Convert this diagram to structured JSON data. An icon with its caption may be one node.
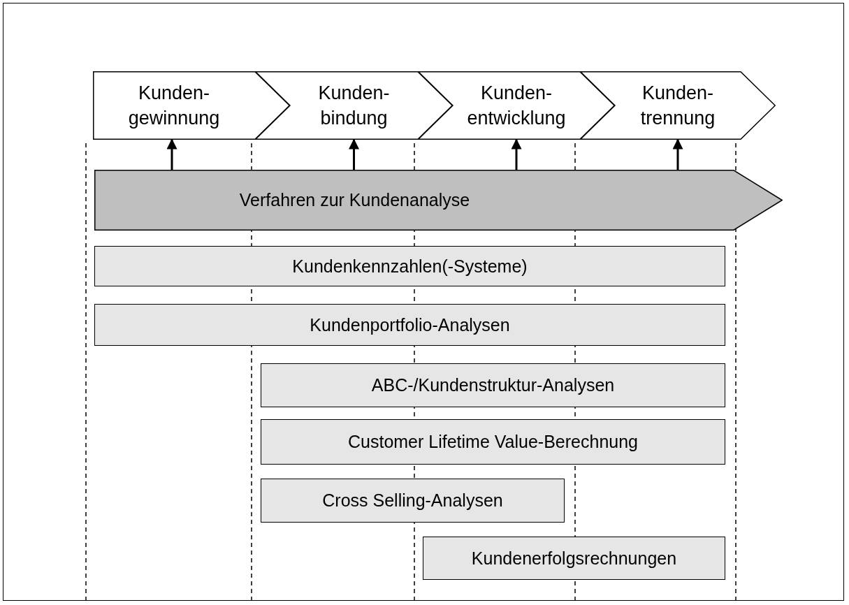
{
  "diagram": {
    "nodes": [
      {
        "text": [
          "Kunden- gewinnung"
        ]
      },
      {
        "text": [
          "Kunden- bindung"
        ]
      },
      {
        "text": [
          "Kunden- entwicklung"
        ]
      },
      {
        "text": [
          "Kunden- trennung"
        ]
      },
      {
        "text": [
          "Verfahren zur Kundenanalyse"
        ]
      },
      {
        "text": [
          "Kundenkennzahlen(-Systeme)"
        ]
      },
      {
        "text": [
          "Kundenportfolio-Analysen"
        ]
      },
      {
        "text": [
          "ABC-/Kundenstruktur-Analysen"
        ]
      },
      {
        "text": [
          "Customer Lifetime Value-Berechnung"
        ]
      },
      {
        "text": [
          "Cross Selling-Analysen"
        ]
      },
      {
        "text": [
          "Kundenerfolgsrechnungen"
        ]
      }
    ],
    "edges": [
      {
        "from": 4,
        "to": 0,
        "arrow": "to"
      },
      {
        "from": 4,
        "to": 1,
        "arrow": "to"
      },
      {
        "from": 4,
        "to": 2,
        "arrow": "to"
      },
      {
        "from": 4,
        "to": 3,
        "arrow": "to"
      }
    ]
  }
}
